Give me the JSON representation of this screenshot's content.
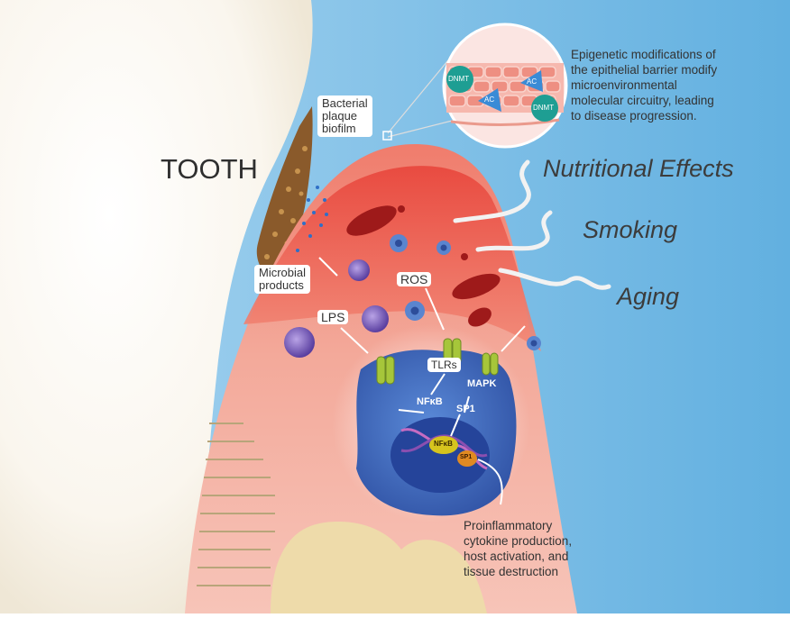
{
  "labels": {
    "tooth": "TOOTH",
    "plaque": [
      "Bacterial",
      "plaque",
      "biofilm"
    ],
    "microbial": [
      "Microbial",
      "products"
    ],
    "ros": "ROS",
    "lps": "LPS",
    "tlrs": "TLRs",
    "nfkb": "NFκB",
    "mapk": "MAPK",
    "sp1": "SP1",
    "nfkb_small": "NFκB",
    "sp1_small": "SP1"
  },
  "inset": {
    "dnmt": "DNMT",
    "ac": "AC",
    "caption": [
      "Epigenetic modifications of",
      "the epithelial barrier modify",
      "microenvironmental",
      "molecular circuitry, leading",
      "to disease progression."
    ]
  },
  "factors": [
    "Nutritional Effects",
    "Smoking",
    "Aging"
  ],
  "outcome": [
    "Proinflammatory",
    "cytokine production,",
    "host activation, and",
    "tissue destruction"
  ],
  "colors": {
    "sky": "#6fb8e3",
    "gingiva": "#f2a79a",
    "inflamed": "#e2463e",
    "cell": "#3f6fc7",
    "receptor": "#a8c83a",
    "dnmt": "#1e9e93"
  }
}
